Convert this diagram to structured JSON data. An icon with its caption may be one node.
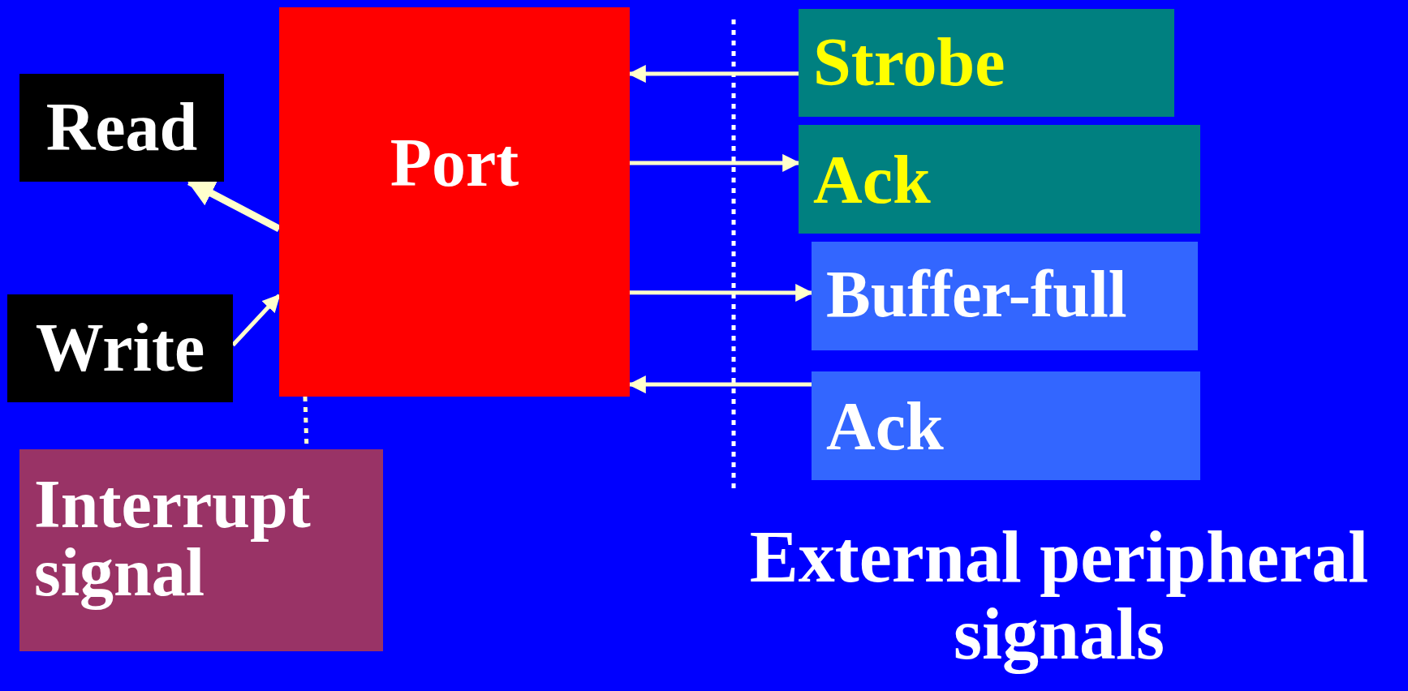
{
  "diagram": {
    "nodes": [
      {
        "text": [
          "Port"
        ]
      },
      {
        "text": [
          "Read"
        ]
      },
      {
        "text": [
          "Write"
        ]
      },
      {
        "text": [
          "Interrupt signal"
        ]
      },
      {
        "text": [
          "Strobe"
        ]
      },
      {
        "text": [
          "Ack"
        ]
      },
      {
        "text": [
          "Buffer-full"
        ]
      },
      {
        "text": [
          "Ack"
        ]
      }
    ],
    "edges": [
      {
        "from": 4,
        "to": 0,
        "arrow": "to"
      },
      {
        "from": 0,
        "to": 5,
        "arrow": "to"
      },
      {
        "from": 0,
        "to": 6,
        "arrow": "to"
      },
      {
        "from": 7,
        "to": 0,
        "arrow": "to"
      },
      {
        "from": 0,
        "to": 1,
        "arrow": "to",
        "style": "thick"
      },
      {
        "from": 2,
        "to": 0,
        "arrow": "to"
      },
      {
        "from": 0,
        "to": 3,
        "arrow": "none",
        "style": "dashed"
      }
    ],
    "labels": [
      "External peripheral signals"
    ]
  }
}
